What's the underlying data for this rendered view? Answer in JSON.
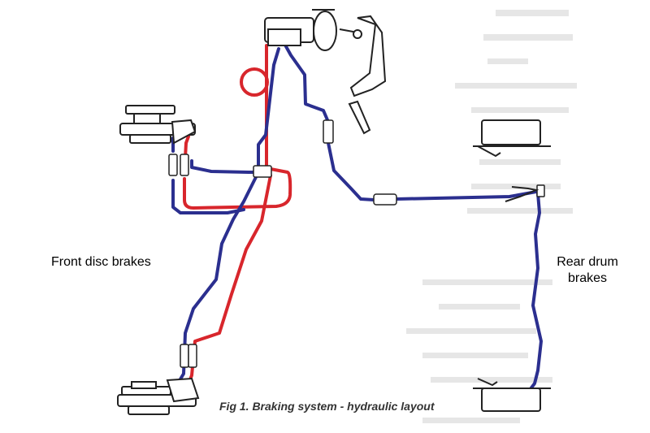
{
  "labels": {
    "front": "Front disc brakes",
    "rear_line1": "Rear  drum",
    "rear_line2": "brakes"
  },
  "caption": "Fig 1. Braking system - hydraulic layout",
  "colors": {
    "line_blue": "#2b2f8f",
    "line_red": "#d8262c",
    "component": "#222222",
    "faint_text": "#e2e2e2"
  }
}
